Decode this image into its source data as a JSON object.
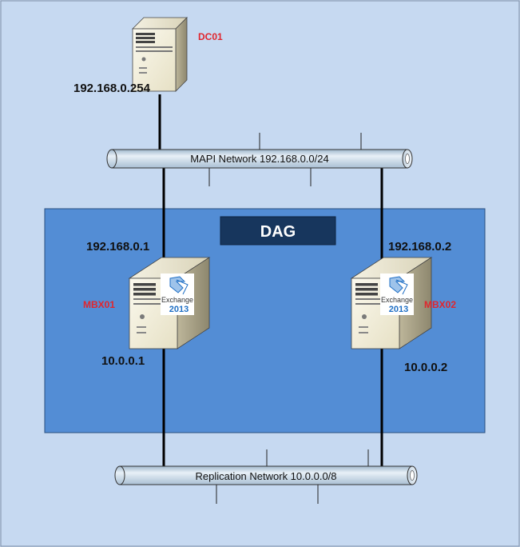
{
  "colors": {
    "background": "#c6d9f1",
    "dag_fill": "#538dd5",
    "dag_label_fill": "#17365d",
    "server_label": "#e0262e",
    "exchange_blue": "#1f6fc5"
  },
  "dc01": {
    "name": "DC01",
    "ip": "192.168.0.254",
    "icon": "server-tower-icon"
  },
  "mapi_network": {
    "label": "MAPI Network 192.168.0.0/24"
  },
  "replication_network": {
    "label": "Replication Network 10.0.0.0/8"
  },
  "dag": {
    "label": "DAG"
  },
  "mbx01": {
    "name": "MBX01",
    "mapi_ip": "192.168.0.1",
    "repl_ip": "10.0.0.1",
    "icon": "exchange-server-icon",
    "product": "Exchange",
    "version": "2013"
  },
  "mbx02": {
    "name": "MBX02",
    "mapi_ip": "192.168.0.2",
    "repl_ip": "10.0.0.2",
    "icon": "exchange-server-icon",
    "product": "Exchange",
    "version": "2013"
  }
}
